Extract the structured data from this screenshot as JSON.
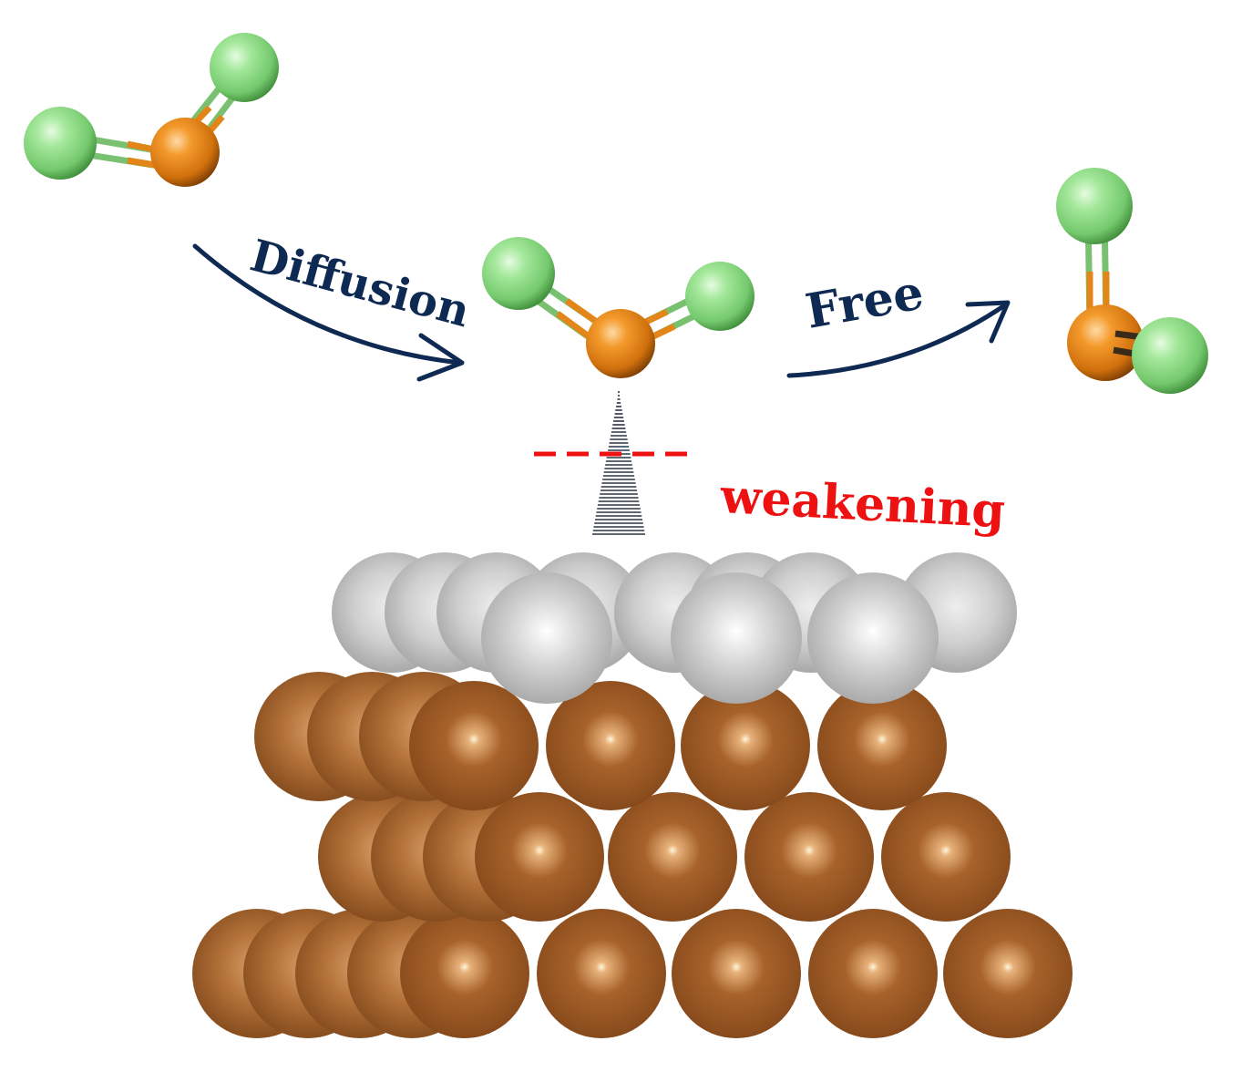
{
  "labels": {
    "diffusion": "Diffusion",
    "free": "Free",
    "weakening": "weakening"
  },
  "colors": {
    "label_dark": "#0e2a52",
    "label_weak": "#ee1111",
    "halogen": "#8ddc85",
    "center_atom": "#e98515",
    "surface_top": "#d4d4d4",
    "substrate": "#a8652b"
  },
  "molecules": [
    {
      "state": "initial",
      "atoms": [
        "halogen",
        "center_atom",
        "halogen"
      ]
    },
    {
      "state": "adsorbed",
      "atoms": [
        "halogen",
        "center_atom",
        "halogen"
      ]
    },
    {
      "state": "free",
      "atoms": [
        "halogen",
        "center_atom",
        "halogen"
      ]
    }
  ],
  "slab": {
    "top_layer": "surface_top",
    "lower_layers": [
      "substrate",
      "substrate",
      "substrate"
    ]
  }
}
